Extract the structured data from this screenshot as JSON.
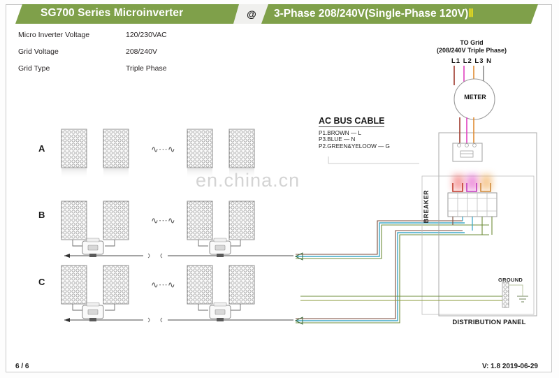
{
  "header": {
    "title": "SG700 Series Microinverter",
    "badge": "@",
    "subtitle": "3-Phase 208/240V(Single-Phase 120V)",
    "subtitle_mark": "Ⅱ",
    "band_color": "#7fa04a",
    "mark_color": "#f5e21a"
  },
  "spec_table": {
    "rows": [
      {
        "key": "Micro Inverter Voltage",
        "value": "120/230VAC"
      },
      {
        "key": "Grid  Voltage",
        "value": "208/240V"
      },
      {
        "key": "Grid Type",
        "value": "Triple Phase"
      }
    ]
  },
  "legend": {
    "title": "AC BUS CABLE",
    "lines": [
      "P1.BROWN — L",
      "P3.BLUE — N",
      "P2.GREEN&YELOOW — G"
    ]
  },
  "grid": {
    "to_grid": "TO Grid",
    "to_grid_detail": "(208/240V Triple Phase)",
    "phase_labels": "L1 L2 L3 N",
    "meter": "METER",
    "breaker": "BREAKER",
    "ground": "GROUND",
    "distribution_panel": "DISTRIBUTION PANEL"
  },
  "rows": [
    {
      "label": "A"
    },
    {
      "label": "B"
    },
    {
      "label": "C"
    }
  ],
  "watermark": "en.china.cn",
  "footer": {
    "page": "6 / 6",
    "version": "V: 1.8   2019-06-29"
  },
  "wire_colors": {
    "L1": "#9e3b2e",
    "L2": "#e040c0",
    "L3": "#e08a30",
    "N": "#8a8a8a",
    "line_brown": "#7a4a3a",
    "neutral_blue": "#3fa9c8",
    "ground_green": "#6e8c3a"
  }
}
